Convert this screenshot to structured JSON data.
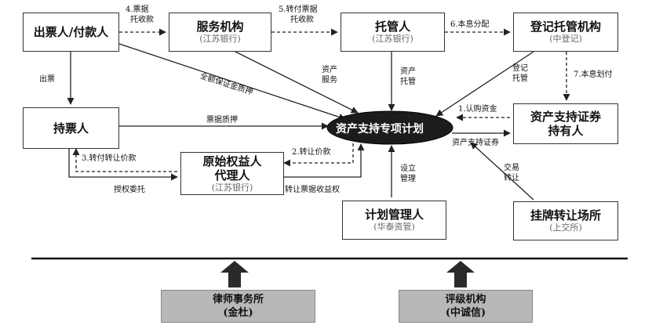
{
  "nodes": {
    "issuer": {
      "title": "出票人/付款人"
    },
    "service": {
      "title": "服务机构",
      "sub": "(江苏银行)"
    },
    "custodian": {
      "title": "托管人",
      "sub": "(江苏银行)"
    },
    "registrar": {
      "title": "登记托管机构",
      "sub": "(中登记)"
    },
    "holder": {
      "title": "持票人"
    },
    "original": {
      "title1": "原始权益人",
      "title2": "代理人",
      "sub": "(江苏银行)"
    },
    "abs_plan": {
      "title": "资产支持专项计划"
    },
    "investor": {
      "title1": "资产支持证券",
      "title2": "持有人"
    },
    "manager": {
      "title": "计划管理人",
      "sub": "(华泰资管)"
    },
    "venue": {
      "title": "挂牌转让场所",
      "sub": "(上交所)"
    },
    "law_firm": {
      "title": "律师事务所",
      "sub": "(金杜)"
    },
    "rating": {
      "title": "评级机构",
      "sub": "(中诚信)"
    }
  },
  "edges": {
    "e4_1": "4.票据",
    "e4_2": "托收款",
    "e5_1": "5.转付票据",
    "e5_2": "托收款",
    "e6": "6.本息分配",
    "e_chupiao": "出票",
    "e_guarantee": "全额保证金质押",
    "e_asset_service_1": "资产",
    "e_asset_service_2": "服务",
    "e_asset_custody_1": "资产",
    "e_asset_custody_2": "托管",
    "e_reg_custody_1": "登记",
    "e_reg_custody_2": "托管",
    "e7": "7.本息划付",
    "e_pledge": "票据质押",
    "e1": "1.认购资金",
    "e_abs": "资产支持证券",
    "e3": "3.转付转让价款",
    "e2": "2.转让价款",
    "e_authorize": "授权委托",
    "e_transfer_rights": "转让票据收益权",
    "e_setup_1": "设立",
    "e_setup_2": "管理",
    "e_trade_1": "交易",
    "e_trade_2": "转让"
  }
}
